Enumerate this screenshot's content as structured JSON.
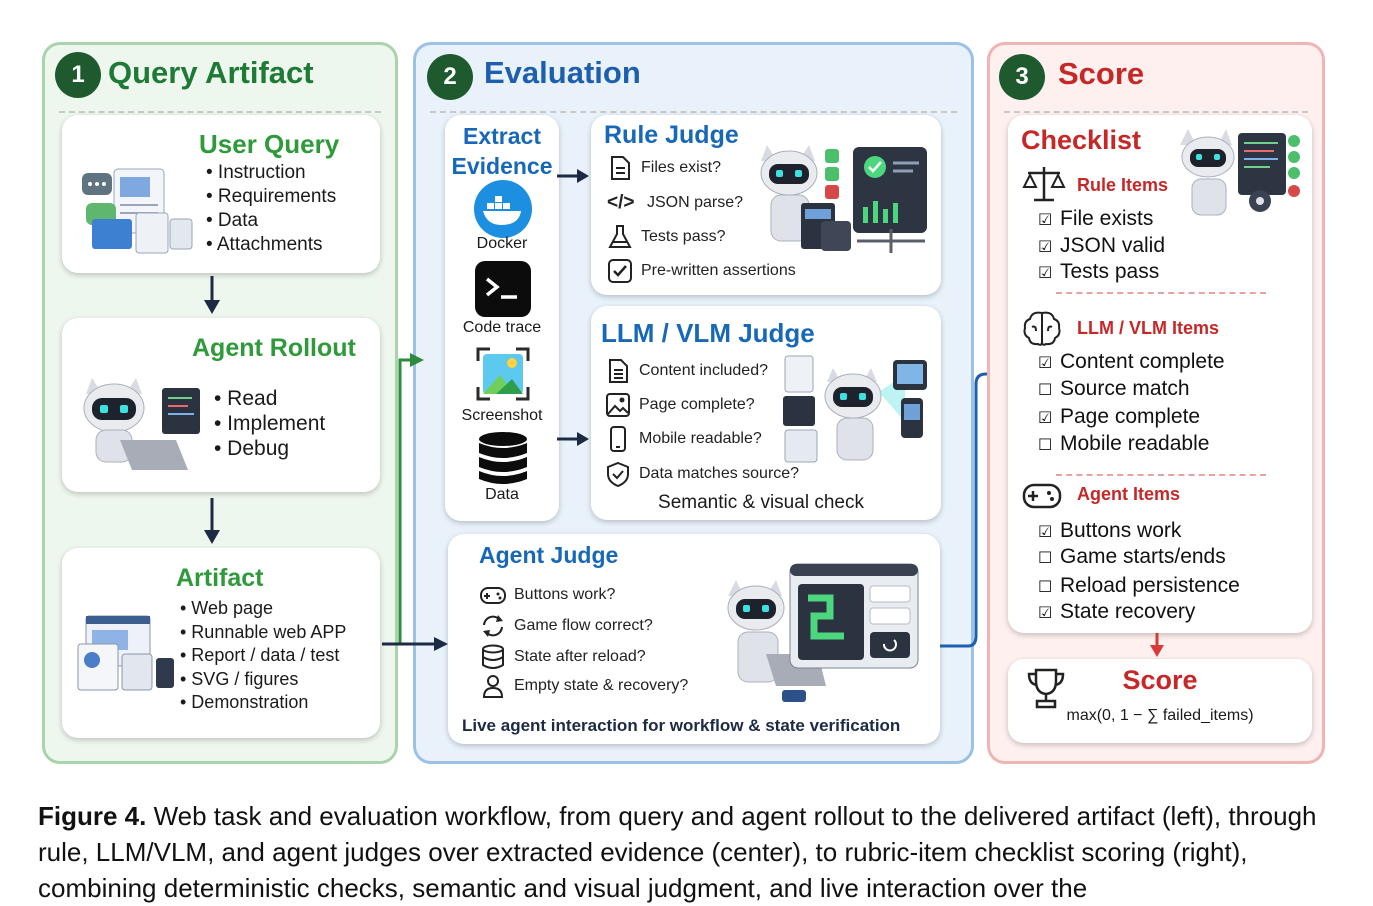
{
  "columns": {
    "c1": {
      "num": "1",
      "title": "Query Artifact"
    },
    "c2": {
      "num": "2",
      "title": "Evaluation"
    },
    "c3": {
      "num": "3",
      "title": "Score"
    }
  },
  "user_query": {
    "title": "User Query",
    "items": [
      "• Instruction",
      "• Requirements",
      "• Data",
      "• Attachments"
    ]
  },
  "agent_rollout": {
    "title": "Agent Rollout",
    "items": [
      "• Read",
      "• Implement",
      "• Debug"
    ]
  },
  "artifact": {
    "title": "Artifact",
    "items": [
      "• Web page",
      "• Runnable web APP",
      "• Report / data / test",
      "• SVG / figures",
      "• Demonstration"
    ]
  },
  "evidence": {
    "title_line1": "Extract",
    "title_line2": "Evidence",
    "sources": [
      "Docker",
      "Code trace",
      "Screenshot",
      "Data"
    ]
  },
  "rule_judge": {
    "title": "Rule Judge",
    "checks": [
      "Files exist?",
      "JSON parse?",
      "Tests pass?",
      "Pre-written assertions"
    ],
    "code_glyph": "</>"
  },
  "llm_judge": {
    "title": "LLM / VLM Judge",
    "checks": [
      "Content included?",
      "Page complete?",
      "Mobile readable?",
      "Data matches source?"
    ],
    "footer": "Semantic & visual check"
  },
  "agent_judge": {
    "title": "Agent Judge",
    "checks": [
      "Buttons work?",
      "Game flow correct?",
      "State after reload?",
      "Empty state & recovery?"
    ],
    "footer": "Live agent interaction for workflow & state verification"
  },
  "checklist": {
    "title": "Checklist",
    "rule": {
      "title": "Rule Items",
      "items": [
        {
          "mark": "☑",
          "label": "File exists"
        },
        {
          "mark": "☑",
          "label": "JSON valid"
        },
        {
          "mark": "☑",
          "label": "Tests pass"
        }
      ]
    },
    "llm": {
      "title": "LLM / VLM Items",
      "items": [
        {
          "mark": "☑",
          "label": "Content complete"
        },
        {
          "mark": "☐",
          "label": "Source match"
        },
        {
          "mark": "☑",
          "label": "Page complete"
        },
        {
          "mark": "☐",
          "label": "Mobile readable"
        }
      ]
    },
    "agent": {
      "title": "Agent Items",
      "items": [
        {
          "mark": "☑",
          "label": "Buttons work"
        },
        {
          "mark": "☐",
          "label": "Game starts/ends"
        },
        {
          "mark": "☐",
          "label": "Reload persistence"
        },
        {
          "mark": "☑",
          "label": "State recovery"
        }
      ]
    }
  },
  "score": {
    "title": "Score",
    "formula": "max(0, 1 − ∑ failed_items)"
  },
  "caption": {
    "label": "Figure 4.",
    "text": " Web task and evaluation workflow, from query and agent rollout to the delivered artifact (left), through rule, LLM/VLM, and agent judges over extracted evidence (center), to rubric-item checklist scoring (right), combining deterministic checks, semantic and visual judgment, and live interaction over the"
  },
  "colors": {
    "green": "#2e9a3a",
    "blue": "#1868b8",
    "red": "#c62828",
    "navy": "#1c2a44"
  }
}
